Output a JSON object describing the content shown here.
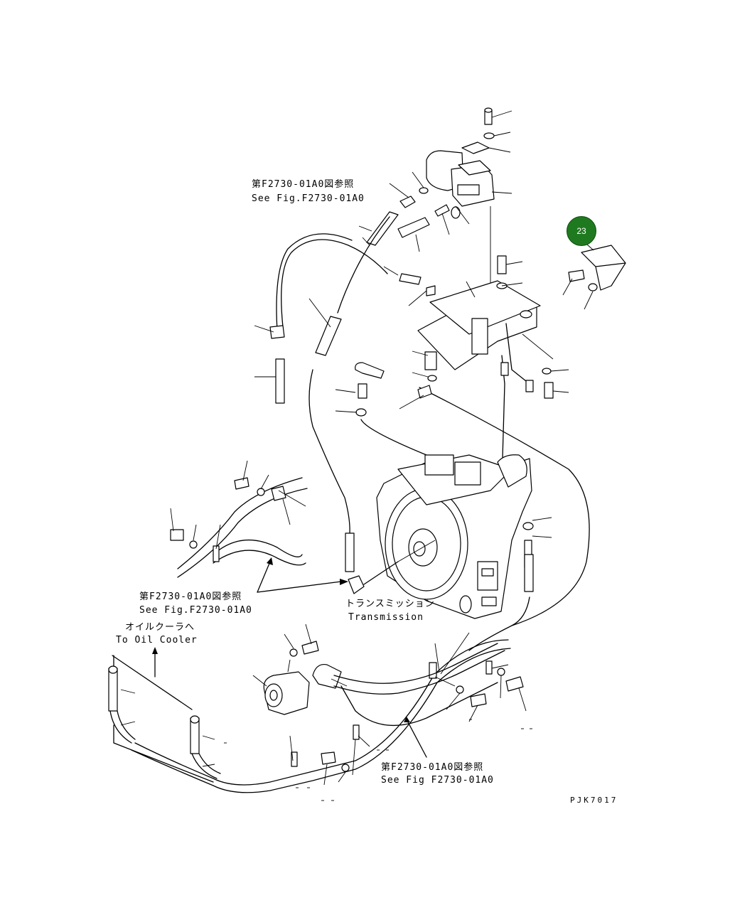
{
  "labels": {
    "ref_top_jp": "第F2730-01A0図参照",
    "ref_top_en": "See Fig.F2730-01A0",
    "ref_mid_jp": "第F2730-01A0図参照",
    "ref_mid_en": "See Fig.F2730-01A0",
    "ref_bot_jp": "第F2730-01A0図参照",
    "ref_bot_en": "See Fig F2730-01A0",
    "transmission_jp": "トランスミッション",
    "transmission_en": "Transmission",
    "oil_cooler_jp": "オイルクーラへ",
    "oil_cooler_en": "To Oil Cooler",
    "drawing_code": "PJK7017"
  },
  "callouts": [
    {
      "number": "23",
      "color": "#1f7a1f"
    }
  ]
}
